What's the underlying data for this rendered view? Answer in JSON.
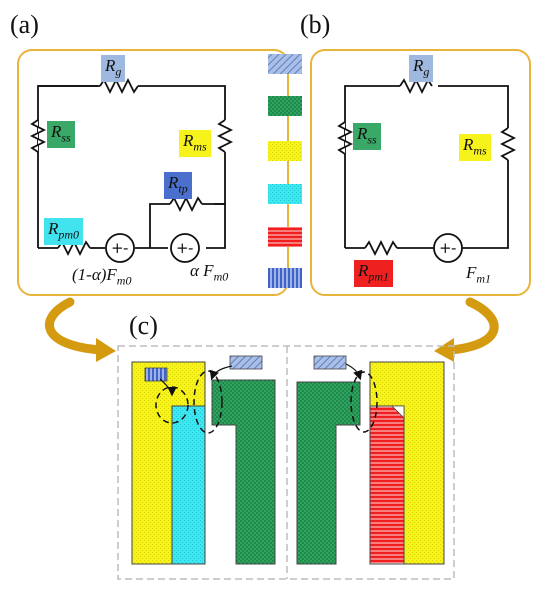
{
  "labels": {
    "a": "(a)",
    "b": "(b)",
    "c": "(c)"
  },
  "circuit_a": {
    "rg": {
      "main": "R",
      "sub": "g"
    },
    "rss": {
      "main": "R",
      "sub": "ss"
    },
    "rms": {
      "main": "R",
      "sub": "ms"
    },
    "rtp": {
      "main": "R",
      "sub": "tp"
    },
    "rpm0": {
      "main": "R",
      "sub": "pm0"
    },
    "f1": {
      "main": "(1-α)F",
      "sub": "m0"
    },
    "f2": {
      "main": "α F",
      "sub": "m0"
    }
  },
  "circuit_b": {
    "rg": {
      "main": "R",
      "sub": "g"
    },
    "rss": {
      "main": "R",
      "sub": "ss"
    },
    "rms": {
      "main": "R",
      "sub": "ms"
    },
    "rpm1": {
      "main": "R",
      "sub": "pm1"
    },
    "f": {
      "main": "F",
      "sub": "m1"
    }
  },
  "colors": {
    "gap": "#8fa8d8",
    "stator_steel": "#2e9e5b",
    "mover_steel": "#f5f20e",
    "tip": "#32e6ee",
    "magnet": "#ef1a1a",
    "leakage": "#3d66c8",
    "frame": "#e8b43a",
    "arrow": "#d49a10"
  }
}
